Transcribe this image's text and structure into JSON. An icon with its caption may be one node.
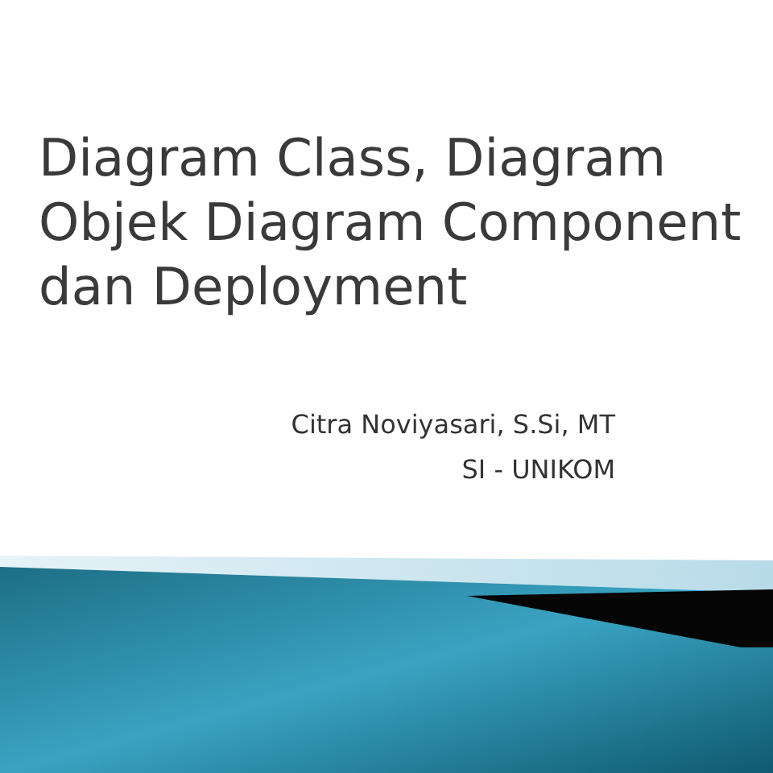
{
  "diagram": {
    "title": "Diagram Class, Diagram Objek Diagram Component dan Deployment",
    "labels": [
      "Citra Noviyasari, S.Si, MT",
      "SI - UNIKOM"
    ]
  }
}
